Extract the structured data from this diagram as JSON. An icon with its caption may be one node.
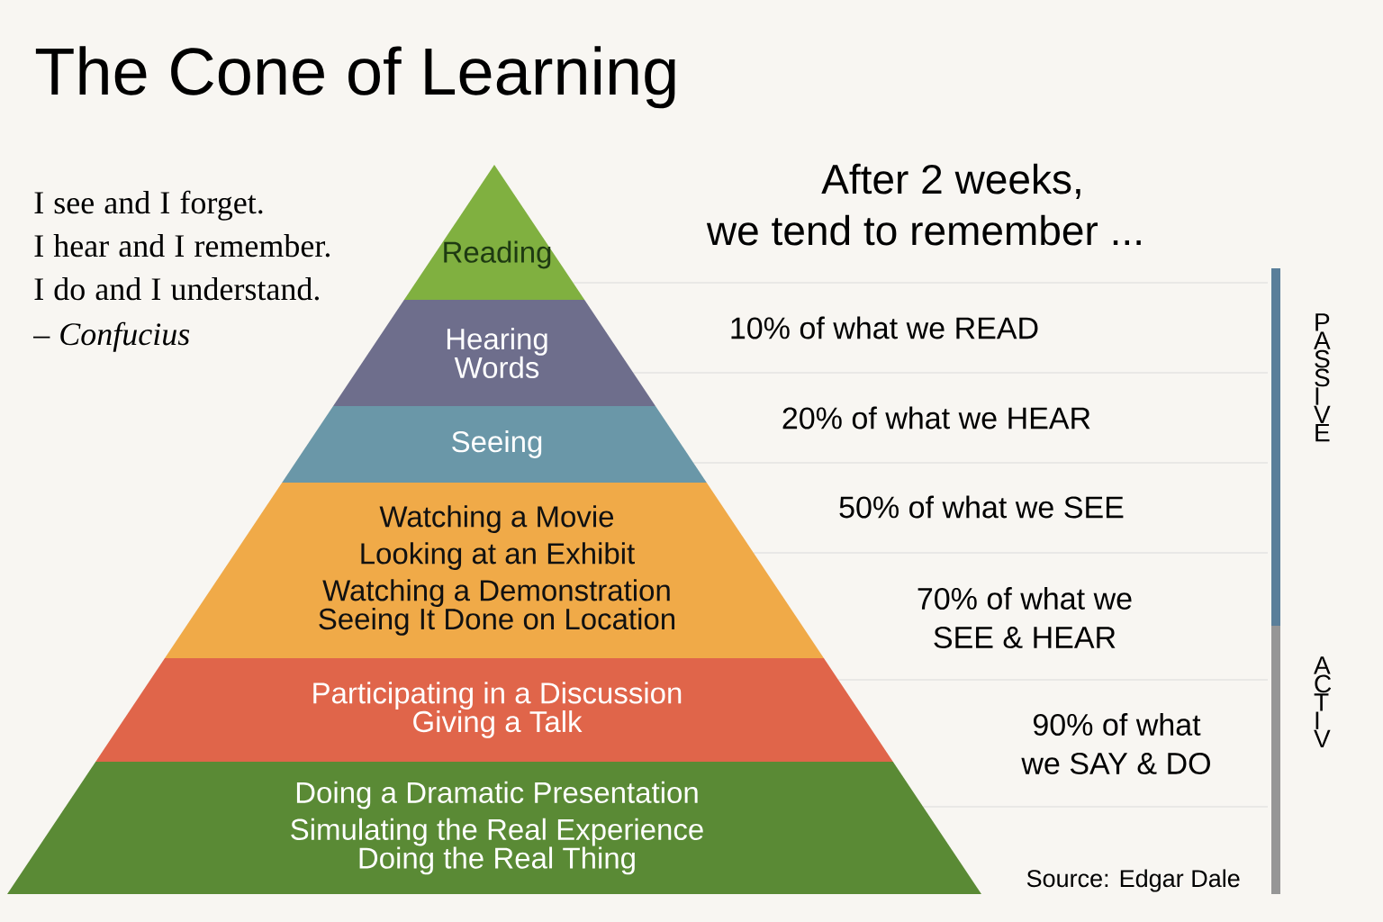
{
  "diagram": {
    "title": "The Cone of Learning",
    "nodes": [
      {
        "text": [
          "Reading"
        ]
      },
      {
        "text": [
          "Hearing Words"
        ]
      },
      {
        "text": [
          "Seeing"
        ]
      },
      {
        "text": [
          "Watching a Movie",
          "Looking at an Exhibit",
          "Watching a Demonstration",
          "Seeing It Done on Location"
        ]
      },
      {
        "text": [
          "Participating in a Discussion",
          "Giving a Talk"
        ]
      },
      {
        "text": [
          "Doing a Dramatic Presentation",
          "Simulating the Real Experience",
          "Doing the Real Thing"
        ]
      }
    ],
    "labels": [
      "I see and I forget.",
      "I hear and I remember.",
      "I do and I understand.",
      "– Confucius",
      "After 2 weeks,",
      "we tend to remember ...",
      "10% of what we READ",
      "20% of what we HEAR",
      "50% of what we SEE",
      "70% of what we SEE & HEAR",
      "90% of what we SAY & DO",
      "PASSIVE",
      "ACTIV",
      "Source: Edgar Dale"
    ]
  }
}
